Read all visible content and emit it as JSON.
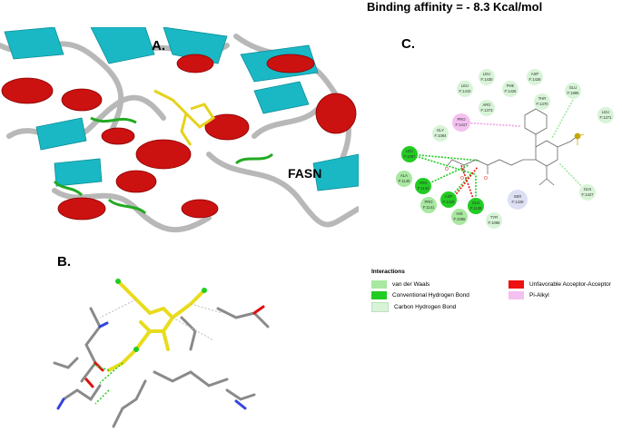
{
  "title": "Binding affinity = - 8.3 Kcal/mol",
  "panels": {
    "a": {
      "label": "A.",
      "protein_label": "FASN"
    },
    "b": {
      "label": "B."
    },
    "c": {
      "label": "C."
    }
  },
  "residues": [
    {
      "name": "LEU",
      "num": "F:1430"
    },
    {
      "name": "ASP",
      "num": "F:1428"
    },
    {
      "name": "LEU",
      "num": "F:1410"
    },
    {
      "name": "PHE",
      "num": "F:1426"
    },
    {
      "name": "ARG",
      "num": "F:1373"
    },
    {
      "name": "THR",
      "num": "F:1370"
    },
    {
      "name": "GLU",
      "num": "F:1885"
    },
    {
      "name": "PRO",
      "num": "F:1417"
    },
    {
      "name": "LEU",
      "num": "F:1371"
    },
    {
      "name": "GLY",
      "num": "F:1084"
    },
    {
      "name": "LEU",
      "num": "F:1087"
    },
    {
      "name": "ALA",
      "num": "F:1140"
    },
    {
      "name": "ARG",
      "num": "F:1142"
    },
    {
      "name": "ASP",
      "num": "F:1428"
    },
    {
      "name": "PRO",
      "num": "F:1141"
    },
    {
      "name": "HIS",
      "num": "F:1085"
    },
    {
      "name": "GLN",
      "num": "F:1138"
    },
    {
      "name": "TYR",
      "num": "F:1088"
    },
    {
      "name": "SER",
      "num": "F:1428"
    },
    {
      "name": "GLN",
      "num": "F:1427"
    }
  ],
  "legend": {
    "title": "Interactions",
    "items": [
      {
        "label": "van der Waals",
        "color": "#a8e8a0"
      },
      {
        "label": "Conventional Hydrogen Bond",
        "color": "#22cc22"
      },
      {
        "label": "Carbon Hydrogen Bond",
        "color": "#d8f4d8"
      },
      {
        "label": "Unfavorable Acceptor-Acceptor",
        "color": "#ee1111"
      },
      {
        "label": "Pi-Alkyl",
        "color": "#f4c0f0"
      }
    ]
  }
}
